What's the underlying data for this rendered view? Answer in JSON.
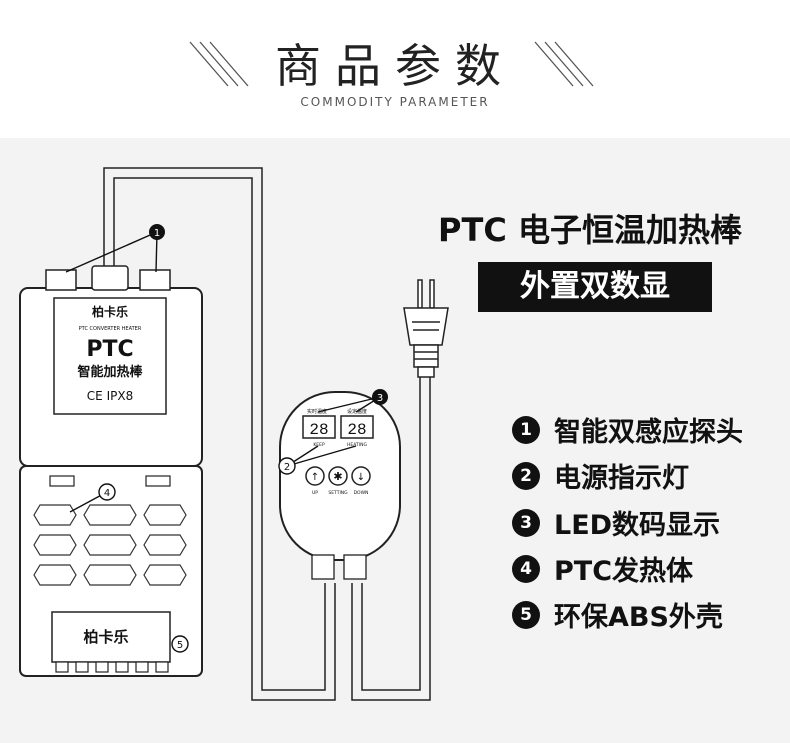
{
  "header": {
    "title": "商品参数",
    "subtitle": "COMMODITY PARAMETER"
  },
  "product": {
    "title": "PTC 电子恒温加热棒",
    "subtitle": "外置双数显"
  },
  "features": [
    {
      "num": "1",
      "label": "智能双感应探头"
    },
    {
      "num": "2",
      "label": "电源指示灯"
    },
    {
      "num": "3",
      "label": "LED数码显示"
    },
    {
      "num": "4",
      "label": "PTC发热体"
    },
    {
      "num": "5",
      "label": "环保ABS外壳"
    }
  ],
  "device": {
    "brand": "柏卡乐",
    "converter_label": "PTC CONVERTER HEATER",
    "ptc_label": "PTC",
    "cn_label": "智能加热棒",
    "cert_label": "CE IPX8",
    "callouts": [
      "1",
      "2",
      "3",
      "4",
      "5"
    ]
  },
  "controller": {
    "display_left": "28",
    "display_right": "28",
    "label_keep": "KEEP",
    "label_heating": "HEATING",
    "label_keep_cn": "实时温度",
    "label_heating_cn": "设定温度",
    "btn_up": "UP",
    "btn_setting": "SETTING",
    "btn_down": "DOWN"
  },
  "colors": {
    "background": "#f3f3f3",
    "ink": "#111111"
  }
}
